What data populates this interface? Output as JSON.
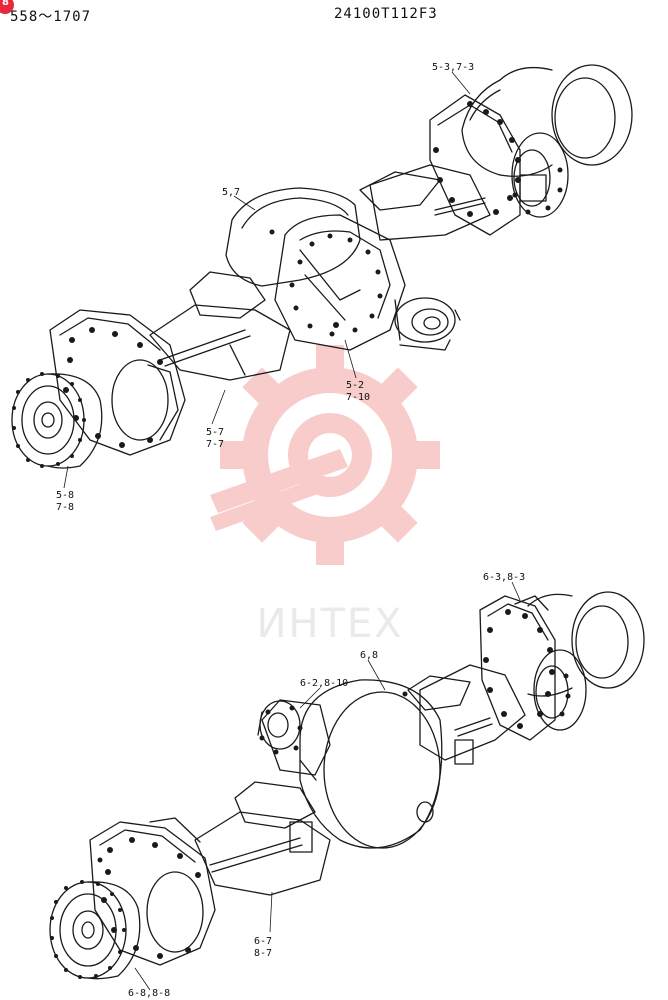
{
  "header": {
    "left_code": "558〜1707",
    "right_code": "24100T112F3",
    "badge": "8"
  },
  "watermark": {
    "text": "ИНТЕХ",
    "color": "#f7b8b8"
  },
  "callouts": {
    "top": {
      "c1": "5-3,7-3",
      "c2": "5,7",
      "c3a": "5-2",
      "c3b": "7-10",
      "c4a": "5-7",
      "c4b": "7-7",
      "c5a": "5-8",
      "c5b": "7-8"
    },
    "bottom": {
      "c1": "6-3,8-3",
      "c2": "6,8",
      "c3": "6-2,8-10",
      "c4a": "6-7",
      "c4b": "8-7",
      "c5": "6-8,8-8"
    }
  }
}
